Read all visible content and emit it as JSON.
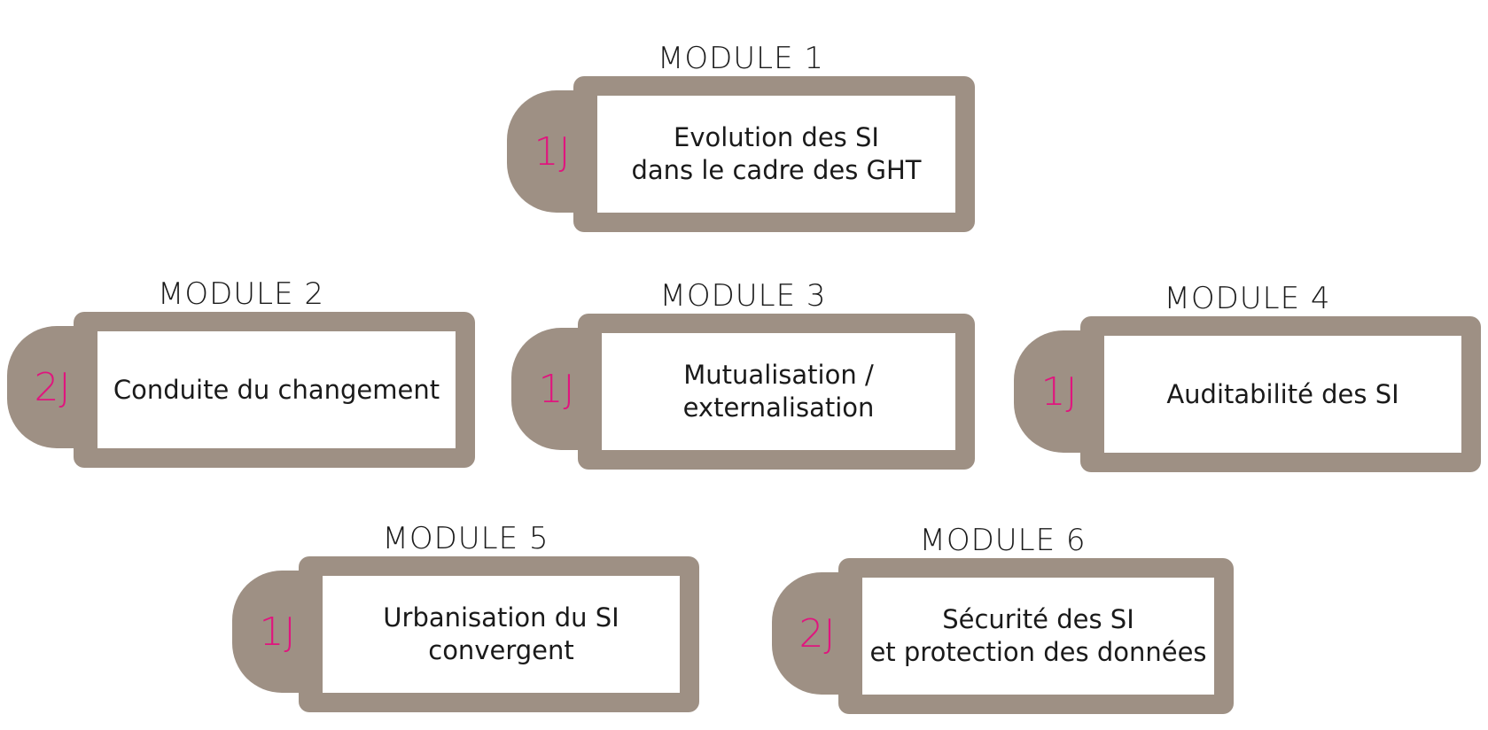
{
  "accent_color": "#e0157e",
  "frame_color": "#9e9084",
  "modules": [
    {
      "title": "MODULE 1",
      "days": "1J",
      "lines": [
        "Evolution des SI",
        "dans le cadre des GHT"
      ]
    },
    {
      "title": "MODULE 2",
      "days": "2J",
      "lines": [
        "Conduite du changement"
      ]
    },
    {
      "title": "MODULE 3",
      "days": "1J",
      "lines": [
        "Mutualisation /",
        "externalisation"
      ]
    },
    {
      "title": "MODULE 4",
      "days": "1J",
      "lines": [
        "Auditabilité des SI"
      ]
    },
    {
      "title": "MODULE 5",
      "days": "1J",
      "lines": [
        "Urbanisation du SI",
        "convergent"
      ]
    },
    {
      "title": "MODULE 6",
      "days": "2J",
      "lines": [
        "Sécurité des SI",
        "et protection des données"
      ]
    }
  ]
}
